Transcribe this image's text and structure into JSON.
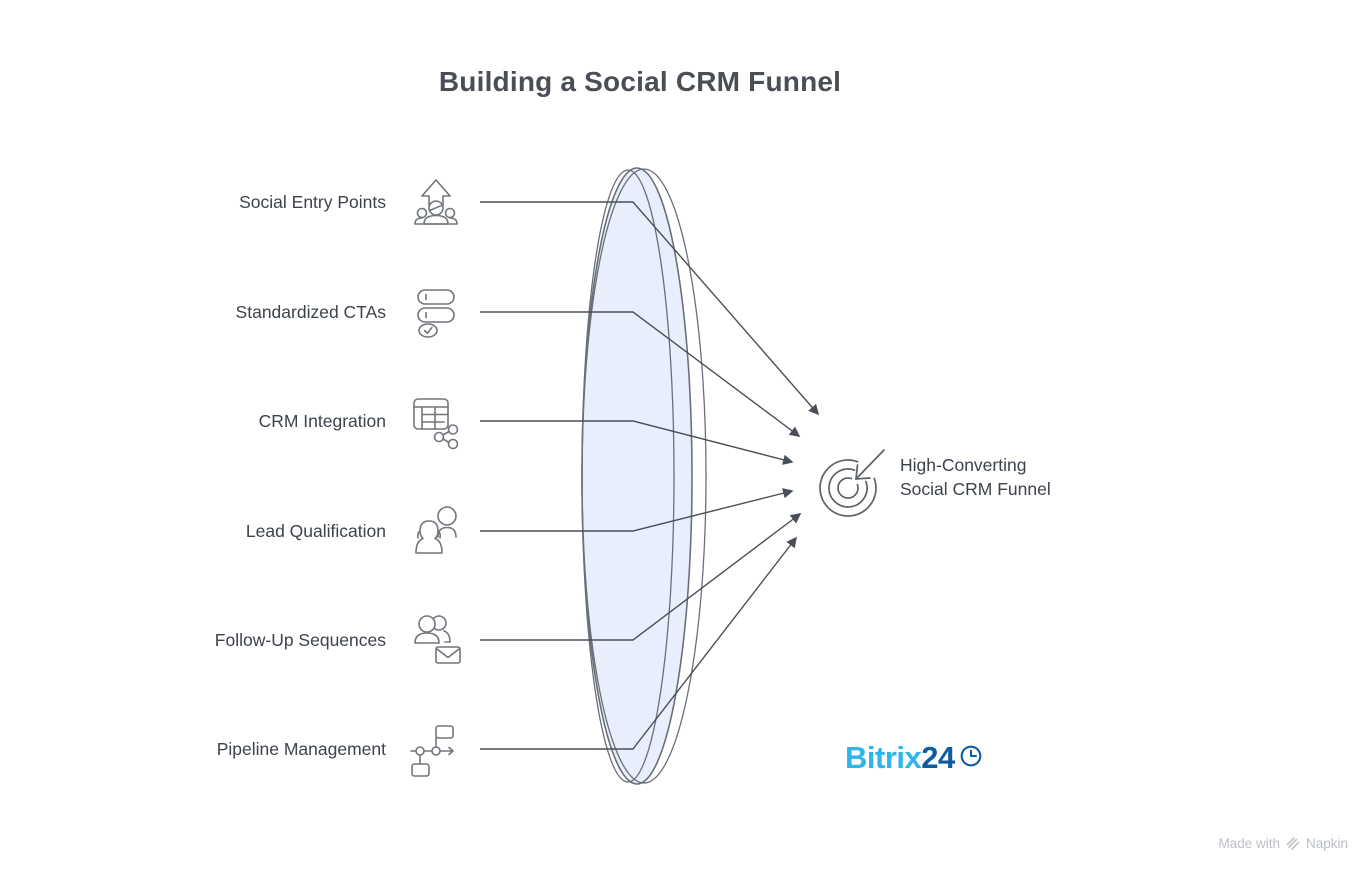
{
  "title": "Building a Social CRM Funnel",
  "items": [
    {
      "label": "Social Entry Points",
      "icon": "social-entry-points-icon"
    },
    {
      "label": "Standardized CTAs",
      "icon": "standardized-ctas-icon"
    },
    {
      "label": "CRM Integration",
      "icon": "crm-integration-icon"
    },
    {
      "label": "Lead Qualification",
      "icon": "lead-qualification-icon"
    },
    {
      "label": "Follow-Up Sequences",
      "icon": "follow-up-sequences-icon"
    },
    {
      "label": "Pipeline Management",
      "icon": "pipeline-management-icon"
    }
  ],
  "result": {
    "line1": "High-Converting",
    "line2": "Social CRM Funnel",
    "icon": "target-arrow-icon"
  },
  "brand": {
    "name_part1": "Bitrix",
    "name_part2": "24",
    "icon": "clock-icon",
    "color_light": "#2FB5EA",
    "color_dark": "#0E5C9F"
  },
  "credit": {
    "prefix": "Made with",
    "brand": "Napkin",
    "icon": "napkin-icon"
  },
  "colors": {
    "lens_fill": "#E8EEFC",
    "lens_stroke": "#6A7077",
    "connector_line": "#4A4F57",
    "label_text": "#3D434D",
    "title_text": "#4A4E55",
    "credit_text": "#BCC0C6"
  }
}
